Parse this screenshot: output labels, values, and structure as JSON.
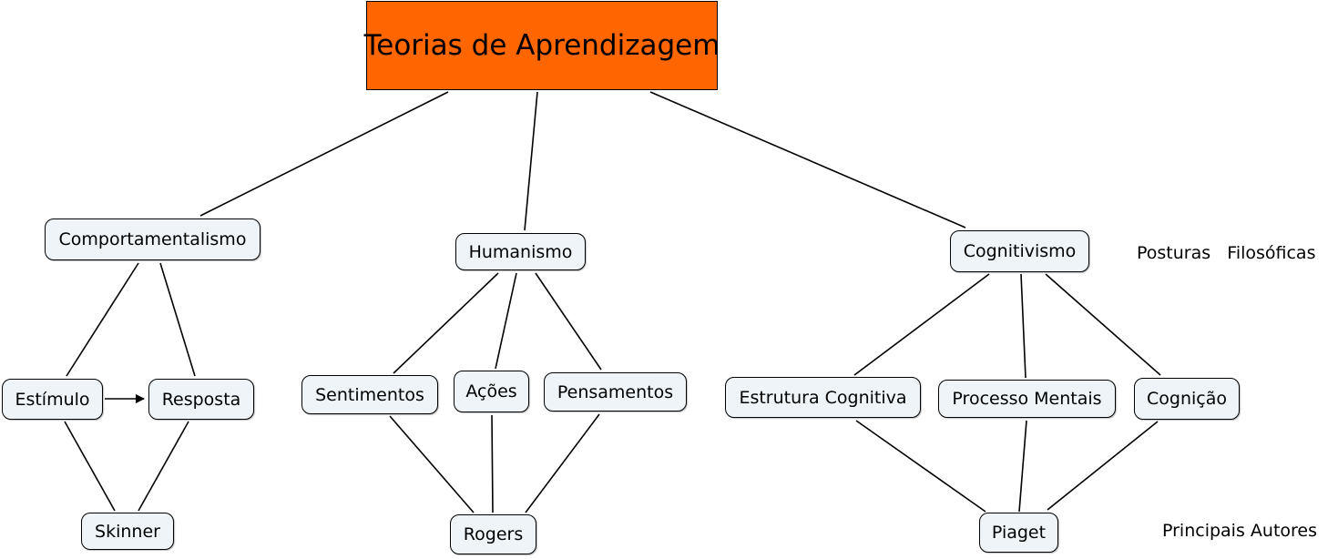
{
  "root": {
    "title": "Teorias de Aprendizagem",
    "color": "#ff6600"
  },
  "node_color": "#eef4f7",
  "nodes": {
    "comportamentalismo": "Comportamentalismo",
    "humanismo": "Humanismo",
    "cognitivismo": "Cognitivismo",
    "estimulo": "Estímulo",
    "resposta": "Resposta",
    "skinner": "Skinner",
    "sentimentos": "Sentimentos",
    "acoes": "Ações",
    "pensamentos": "Pensamentos",
    "rogers": "Rogers",
    "estrutura_cognitiva": "Estrutura Cognitiva",
    "processo_mentais": "Processo Mentais",
    "cognicao": "Cognição",
    "piaget": "Piaget"
  },
  "side_labels": {
    "posturas": "Posturas   Filosóficas",
    "autores": "Principais Autores"
  }
}
